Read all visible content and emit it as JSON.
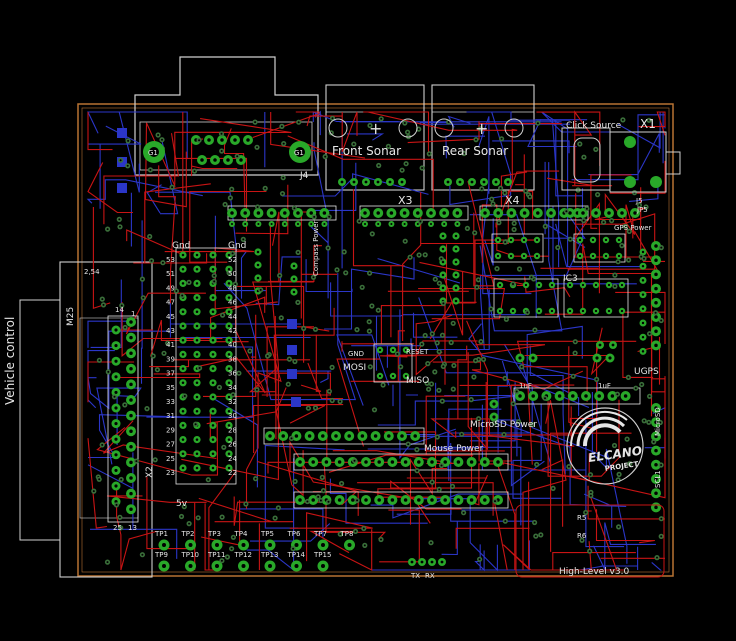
{
  "board": {
    "side_label": "Vehicle control",
    "version_label": "High-Level v3.0",
    "logo_text": "ELCANO",
    "logo_subtext": "PROJECT"
  },
  "connectors": {
    "front_sonar": "Front Sonar",
    "rear_sonar": "Rear Sonar",
    "click_source": "Click Source",
    "x1": "X1",
    "x2": "X2",
    "x3": "X3",
    "x4": "X4",
    "j4": "J4",
    "j5": "J5",
    "m25": "M25",
    "gps_power": "GPS Power",
    "jp5": "JP5",
    "microsd_power": "MicroSD Power",
    "mouse_power": "Mouse Power",
    "compass_power": "Compass Power",
    "ic3": "IC3",
    "ugps": "UGPS",
    "microsd": "MicroSD",
    "scl1": "SCL1",
    "pin_2_54": "2,54",
    "gnd_a": "Gnd",
    "gnd_b": "Gnd",
    "gnd_mid": "GND",
    "mosi": "MOSI",
    "miso": "MISO",
    "reset": "RESET",
    "tx": "TX",
    "rx": "RX",
    "pin14": "14",
    "pin1": "1",
    "pin25": "25",
    "pin13": "13",
    "uf1": "1uF",
    "uf2": "1uF",
    "res_r5": "R5",
    "res_r6": "R6",
    "five_v": "5v"
  },
  "test_points": [
    "TP1",
    "TP2",
    "TP3",
    "TP4",
    "TP5",
    "TP6",
    "TP7",
    "TP8",
    "TP9",
    "TP10",
    "TP11",
    "TP12",
    "TP13",
    "TP14",
    "TP15"
  ],
  "pin_numbers_left": [
    "53",
    "51",
    "49",
    "47",
    "45",
    "43",
    "41",
    "39",
    "37",
    "35",
    "33",
    "31",
    "29",
    "27",
    "25",
    "23"
  ],
  "pin_numbers_right": [
    "52",
    "50",
    "48",
    "46",
    "44",
    "42",
    "40",
    "38",
    "36",
    "34",
    "32",
    "30",
    "28",
    "26",
    "24",
    "22"
  ],
  "colors": {
    "background": "#000000",
    "outline": "#b87333",
    "top_copper": "#c81414",
    "bottom_copper": "#2b36c8",
    "pad": "#29a829",
    "silkscreen": "#e6e6e6",
    "via": "#3a6f3a"
  }
}
